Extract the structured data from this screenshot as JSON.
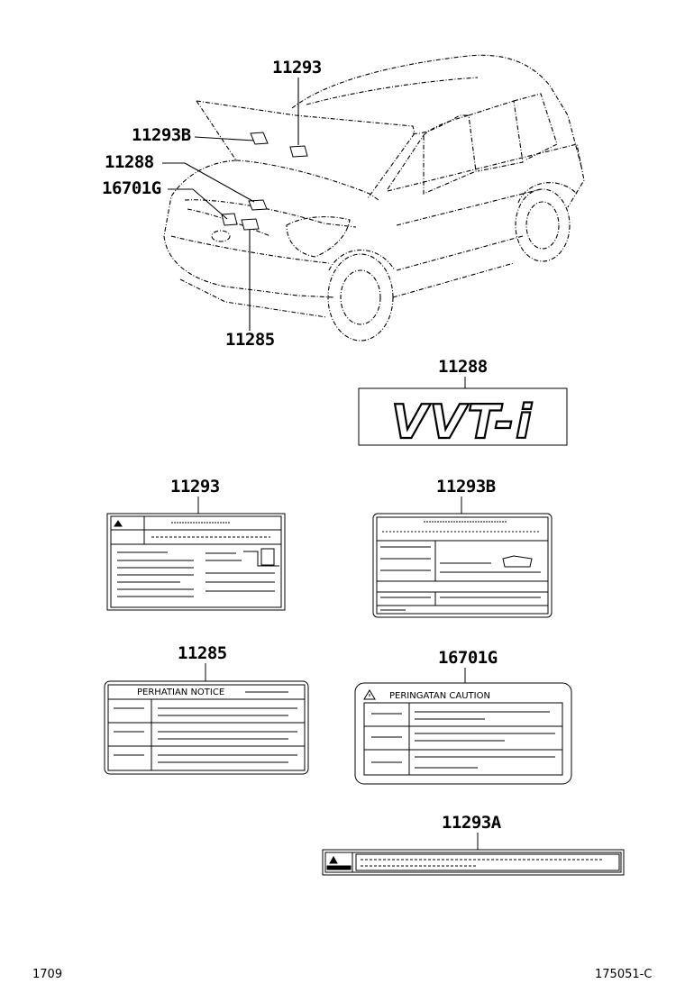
{
  "callouts": {
    "c11293_top": "11293",
    "c11293b_top": "11293B",
    "c11288_top": "11288",
    "c16701g_top": "16701G",
    "c11285_top": "11285",
    "c11288_label": "11288",
    "c11293_label": "11293",
    "c11293b_label": "11293B",
    "c11285_label": "11285",
    "c16701g_label": "16701G",
    "c11293a_label": "11293A"
  },
  "labels": {
    "vvti_text": "VVT-i",
    "notice_text": "PERHATIAN  NOTICE",
    "caution_text": "PERINGATAN  CAUTION"
  },
  "footer": {
    "left_code": "1709",
    "right_code": "175051-C"
  }
}
